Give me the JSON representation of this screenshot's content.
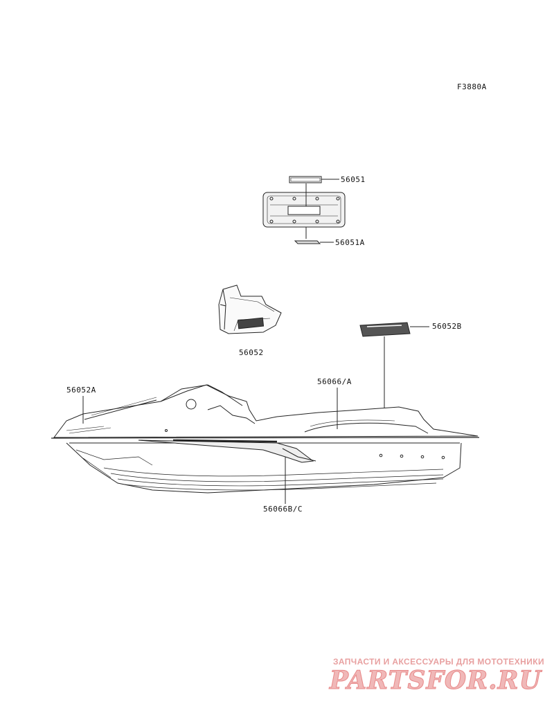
{
  "figure_code": "F3880A",
  "callouts": {
    "p56051": "56051",
    "p56051A": "56051A",
    "p56052": "56052",
    "p56052B": "56052B",
    "p56052A": "56052A",
    "p56066A": "56066/A",
    "p56066BC": "56066B/C"
  },
  "watermark": {
    "tagline": "ЗАПЧАСТИ И АКСЕССУАРЫ ДЛЯ МОТОТЕХНИКИ",
    "logo": "PARTSFOR.RU"
  },
  "colors": {
    "line": "#222222",
    "watermark": "#e88888"
  }
}
